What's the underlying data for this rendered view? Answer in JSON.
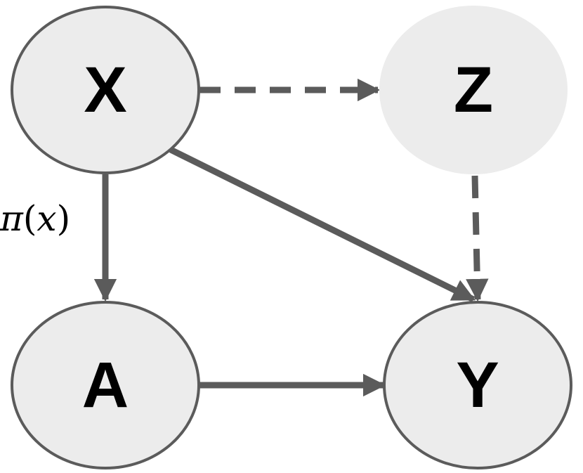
{
  "diagram": {
    "nodes": {
      "x": {
        "label": "X",
        "observed": true
      },
      "z": {
        "label": "Z",
        "observed": false
      },
      "a": {
        "label": "A",
        "observed": true
      },
      "y": {
        "label": "Y",
        "observed": true
      }
    },
    "edges": [
      {
        "from": "X",
        "to": "Z",
        "style": "dashed"
      },
      {
        "from": "X",
        "to": "A",
        "style": "solid",
        "label": "π(x)"
      },
      {
        "from": "X",
        "to": "Y",
        "style": "solid"
      },
      {
        "from": "Z",
        "to": "Y",
        "style": "dashed"
      },
      {
        "from": "A",
        "to": "Y",
        "style": "solid"
      }
    ],
    "edge_label_x_to_a": {
      "symbol": "π",
      "open": "(",
      "arg": "x",
      "close": ")"
    }
  },
  "colors": {
    "node_fill": "#ececec",
    "node_stroke": "#5b5b5b",
    "edge": "#5b5b5b",
    "latent_fill": "#ececec",
    "label": "#000000"
  }
}
